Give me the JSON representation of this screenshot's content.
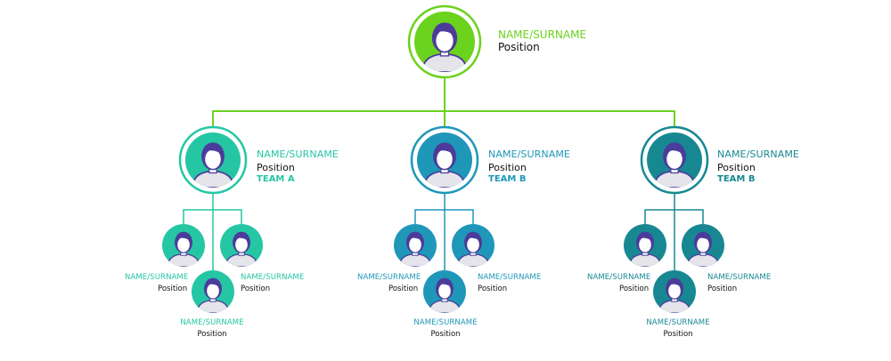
{
  "colors": {
    "top": "#6bd21d",
    "team_a": "#25c6a4",
    "team_b": "#1f97b9",
    "team_c": "#178892",
    "hair": "#4b3c9b",
    "skin": "#ffffff",
    "shirt": "#e4e4ea",
    "top_line": "#6bd21d"
  },
  "top": {
    "name": "NAME/SURNAME",
    "position": "Position"
  },
  "managers": [
    {
      "name": "NAME/SURNAME",
      "position": "Position",
      "team": "TEAM A"
    },
    {
      "name": "NAME/SURNAME",
      "position": "Position",
      "team": "TEAM B"
    },
    {
      "name": "NAME/SURNAME",
      "position": "Position",
      "team": "TEAM B"
    }
  ],
  "members": [
    [
      {
        "name": "NAME/SURNAME",
        "position": "Position"
      },
      {
        "name": "NAME/SURNAME",
        "position": "Position"
      },
      {
        "name": "NAME/SURNAME",
        "position": "Position"
      }
    ],
    [
      {
        "name": "NAME/SURNAME",
        "position": "Position"
      },
      {
        "name": "NAME/SURNAME",
        "position": "Position"
      },
      {
        "name": "NAME/SURNAME",
        "position": "Position"
      }
    ],
    [
      {
        "name": "NAME/SURNAME",
        "position": "Position"
      },
      {
        "name": "NAME/SURNAME",
        "position": "Position"
      },
      {
        "name": "NAME/SURNAME",
        "position": "Position"
      }
    ]
  ]
}
